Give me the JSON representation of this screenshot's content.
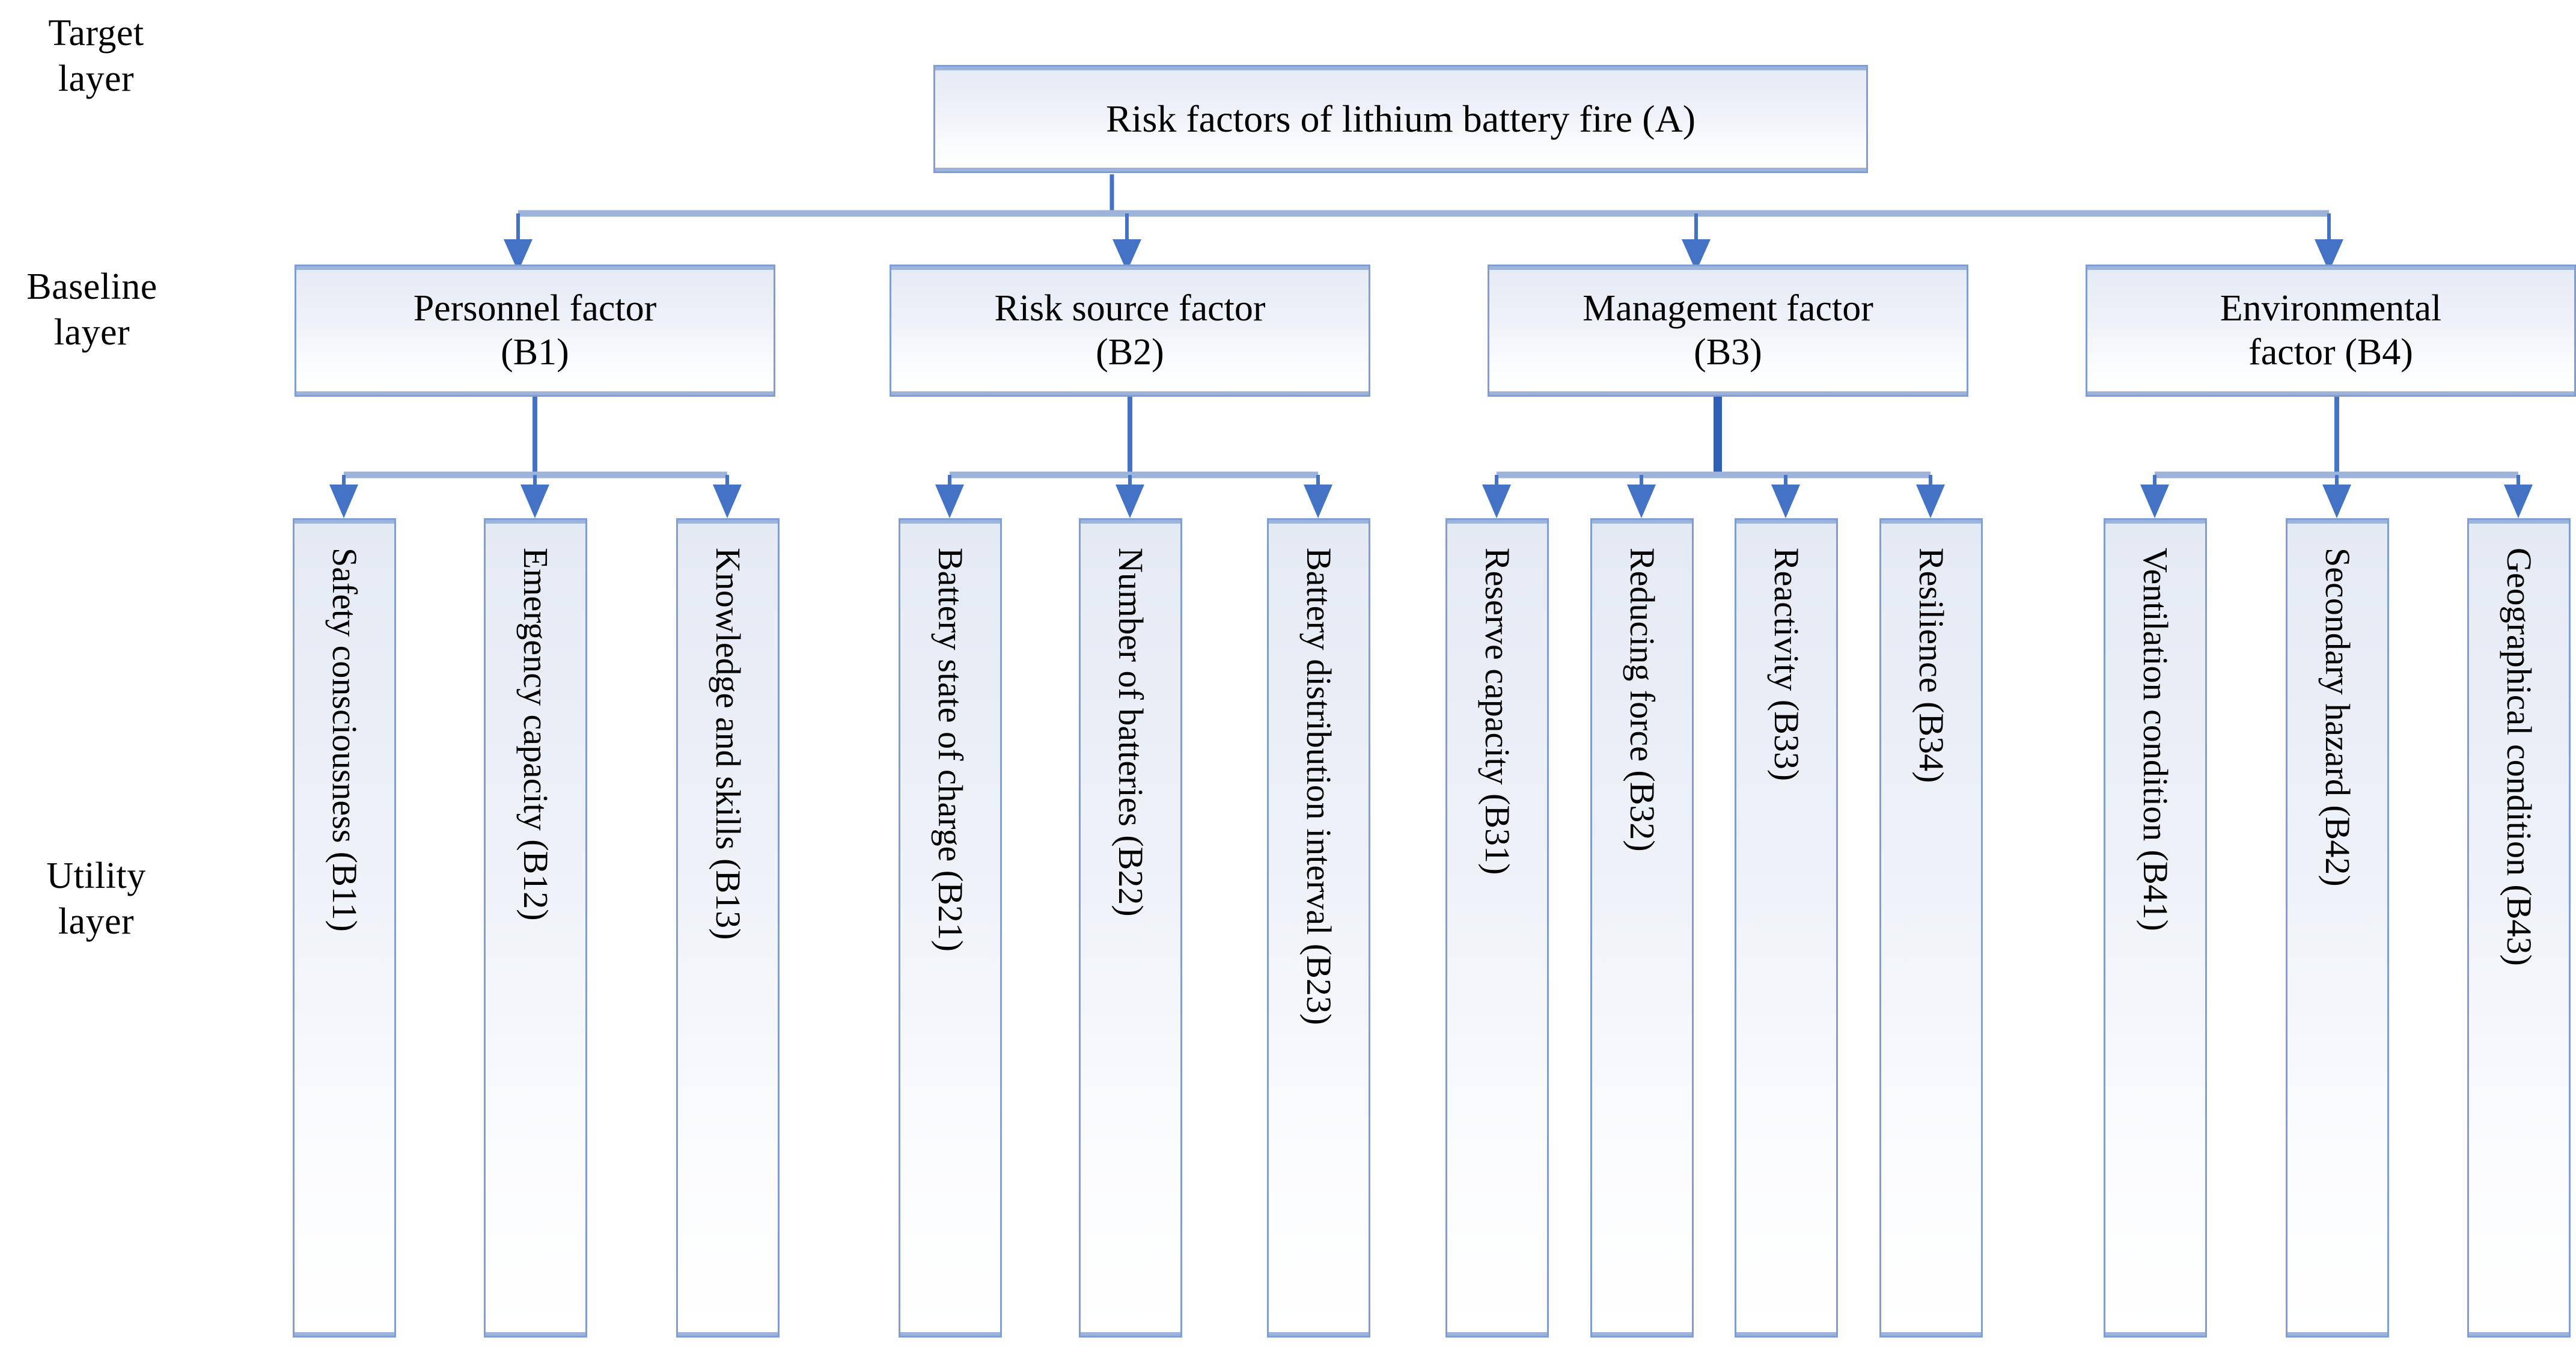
{
  "diagram": {
    "layers": [
      {
        "id": "target",
        "caption": "Target\nlayer"
      },
      {
        "id": "baseline",
        "caption": "Baseline\nlayer"
      },
      {
        "id": "utility",
        "caption": "Utility\nlayer"
      }
    ],
    "target": {
      "code": "A",
      "label": "Risk factors of lithium battery fire (A)"
    },
    "baseline": [
      {
        "code": "B1",
        "label": "Personnel factor\n(B1)"
      },
      {
        "code": "B2",
        "label": "Risk source factor\n(B2)"
      },
      {
        "code": "B3",
        "label": "Management factor\n(B3)"
      },
      {
        "code": "B4",
        "label": "Environmental\nfactor (B4)"
      }
    ],
    "utility": [
      {
        "code": "B11",
        "parent": "B1",
        "label": "Safety consciousness (B11)"
      },
      {
        "code": "B12",
        "parent": "B1",
        "label": "Emergency capacity (B12)"
      },
      {
        "code": "B13",
        "parent": "B1",
        "label": "Knowledge and skills (B13)"
      },
      {
        "code": "B21",
        "parent": "B2",
        "label": "Battery state of charge (B21)"
      },
      {
        "code": "B22",
        "parent": "B2",
        "label": "Number of batteries (B22)"
      },
      {
        "code": "B23",
        "parent": "B2",
        "label": "Battery distribution interval (B23)"
      },
      {
        "code": "B31",
        "parent": "B3",
        "label": "Reserve capacity (B31)"
      },
      {
        "code": "B32",
        "parent": "B3",
        "label": "Reducing force (B32)"
      },
      {
        "code": "B33",
        "parent": "B3",
        "label": "Reactivity (B33)"
      },
      {
        "code": "B34",
        "parent": "B3",
        "label": "Resilience (B34)"
      },
      {
        "code": "B41",
        "parent": "B4",
        "label": "Ventilation condition (B41)"
      },
      {
        "code": "B42",
        "parent": "B4",
        "label": "Secondary hazard (B42)"
      },
      {
        "code": "B43",
        "parent": "B4",
        "label": "Geographical condition (B43)"
      }
    ],
    "colors": {
      "box_border": "#7f9fd4",
      "box_fill_top": "#e4eaf4",
      "box_fill_bottom": "#ffffff",
      "box_edge_band": "#9db3da",
      "connector_light": "#9db3da",
      "connector_dark": "#4472c4",
      "text": "#000000",
      "background": "#ffffff"
    }
  }
}
